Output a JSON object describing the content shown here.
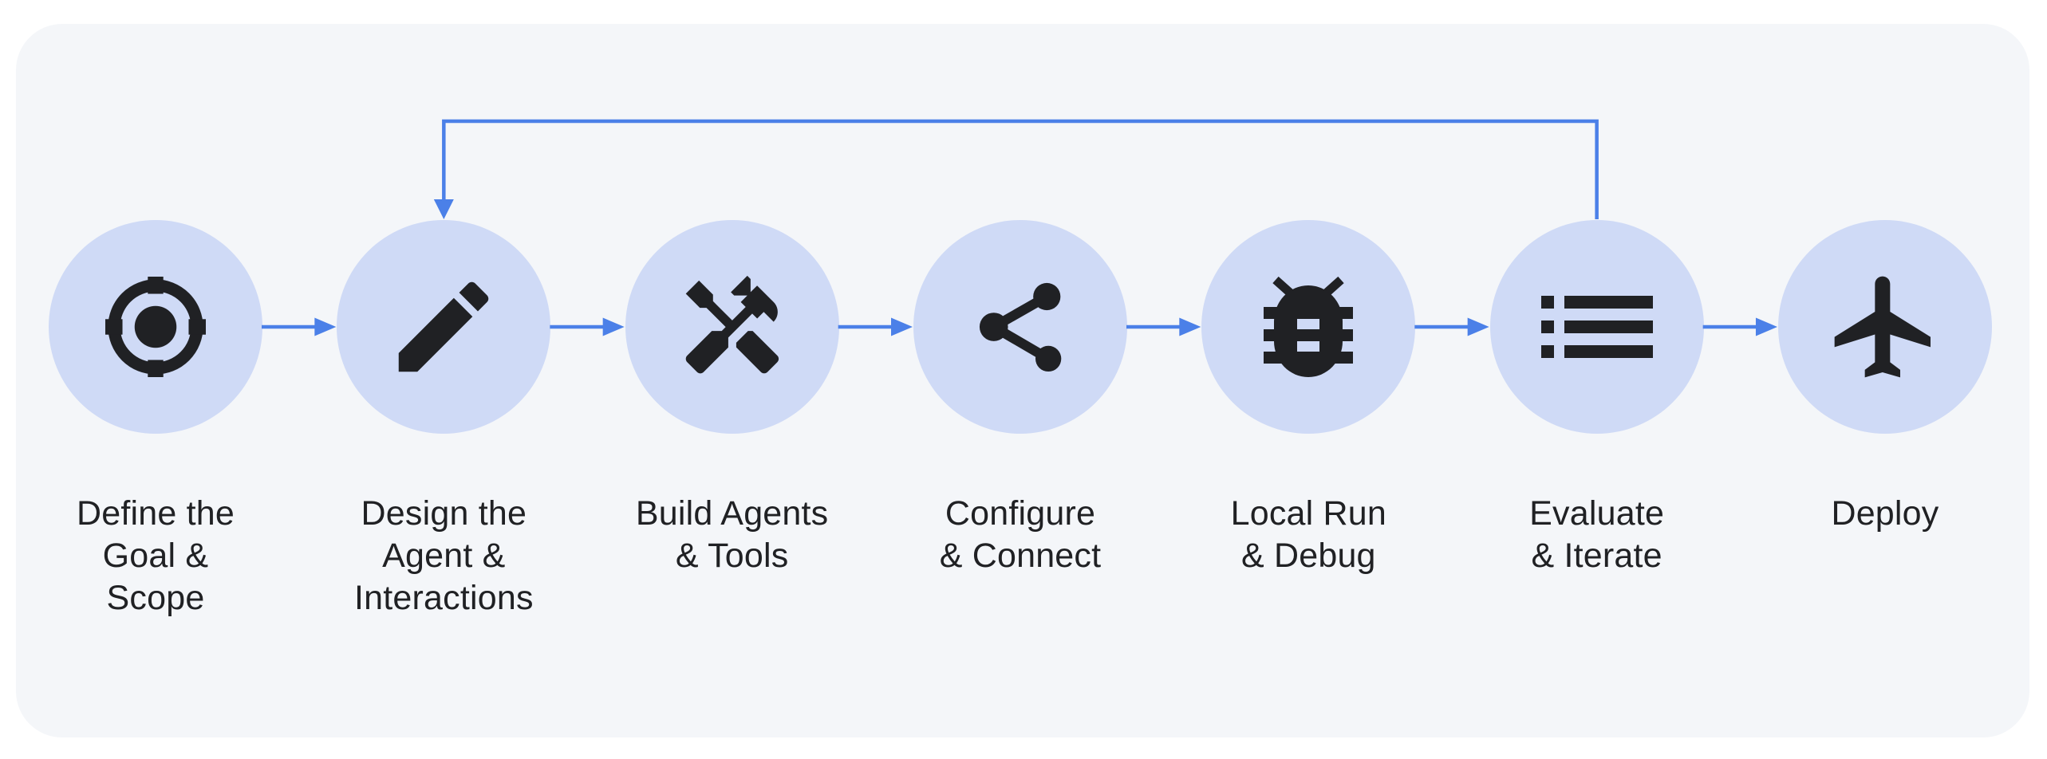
{
  "page": {
    "background": "#ffffff"
  },
  "card": {
    "background": "#f4f6f9"
  },
  "colors": {
    "node_fill": "#cfdaf6",
    "icon": "#202124",
    "label_text": "#202124",
    "arrow": "#4b80e8"
  },
  "diagram": {
    "type": "flowchart",
    "direction": "left-to-right",
    "nodes": [
      {
        "id": "define",
        "label": "Define the\nGoal &\nScope",
        "icon": "target-icon"
      },
      {
        "id": "design",
        "label": "Design the\nAgent &\nInteractions",
        "icon": "pencil-icon"
      },
      {
        "id": "build",
        "label": "Build Agents\n& Tools",
        "icon": "hammer-wrench-icon"
      },
      {
        "id": "configure",
        "label": "Configure\n& Connect",
        "icon": "share-icon"
      },
      {
        "id": "run",
        "label": "Local Run\n& Debug",
        "icon": "bug-icon"
      },
      {
        "id": "evaluate",
        "label": "Evaluate\n& Iterate",
        "icon": "list-icon"
      },
      {
        "id": "deploy",
        "label": "Deploy",
        "icon": "airplane-icon"
      }
    ],
    "edges": [
      {
        "from": 0,
        "to": 1
      },
      {
        "from": 1,
        "to": 2
      },
      {
        "from": 2,
        "to": 3
      },
      {
        "from": 3,
        "to": 4
      },
      {
        "from": 4,
        "to": 5
      },
      {
        "from": 5,
        "to": 6
      }
    ],
    "feedback_edge": {
      "from": 5,
      "to": 1
    }
  }
}
